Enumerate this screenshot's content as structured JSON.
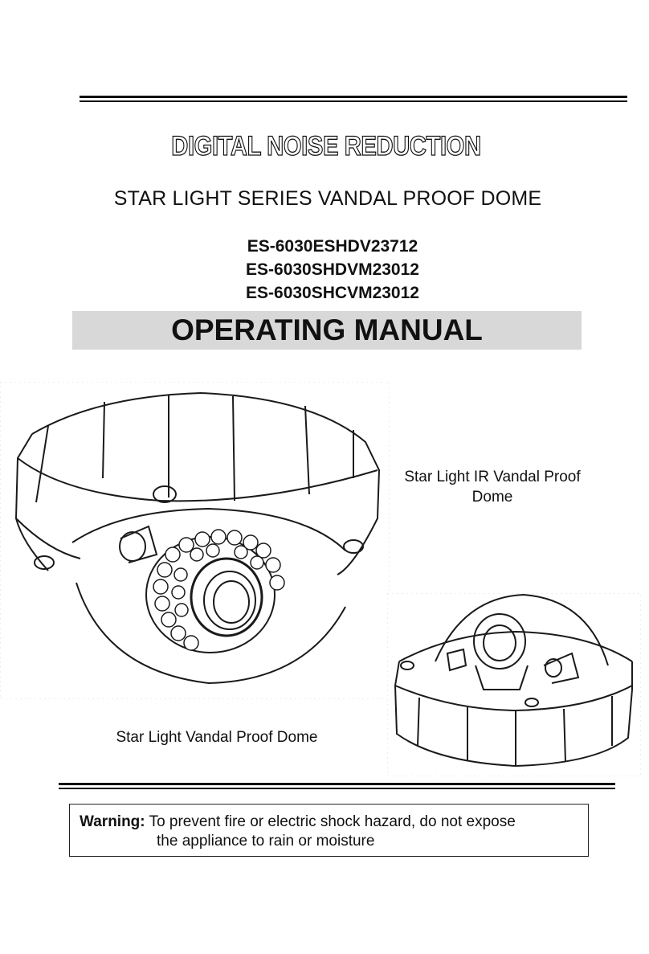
{
  "header_title": "DIGITAL NOISE REDUCTION",
  "subtitle": "STAR LIGHT SERIES VANDAL PROOF DOME",
  "models": [
    "ES-6030ESHDV23712",
    "ES-6030SHDVM23012",
    "ES-6030SHCVM23012"
  ],
  "manual_title": "OPERATING MANUAL",
  "captions": {
    "ir_dome_line1": "Star Light IR Vandal Proof",
    "ir_dome_line2": "Dome",
    "dome": "Star Light Vandal Proof Dome"
  },
  "warning": {
    "label": "Warning:",
    "line1": "To prevent fire or electric shock hazard, do not expose",
    "line2": "the appliance to rain or moisture"
  },
  "colors": {
    "banner_bg": "#d8d8d8",
    "ink": "#111111"
  }
}
